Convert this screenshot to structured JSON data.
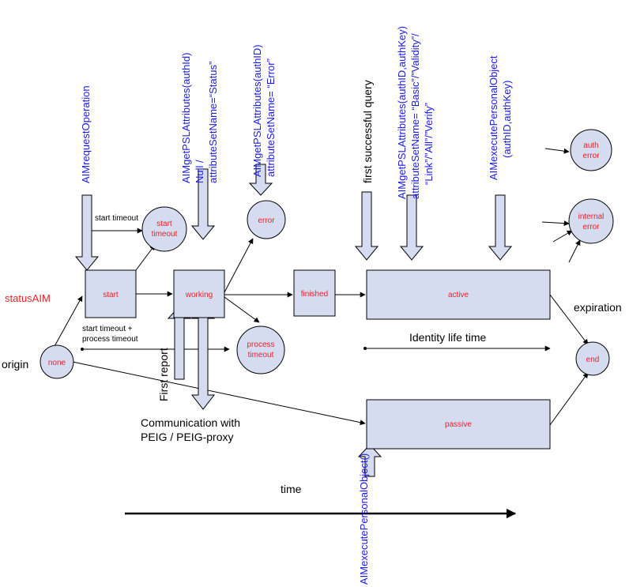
{
  "states": {
    "start": "start",
    "working": "working",
    "finished": "finished",
    "active": "active",
    "passive": "passive",
    "none": "none",
    "end": "end",
    "start_timeout": "start timeout",
    "start_timeout_l1": "start",
    "start_timeout_l2": "timeout",
    "process_timeout_l1": "process",
    "process_timeout_l2": "timeout",
    "error": "error",
    "auth_error_l1": "auth",
    "auth_error_l2": "error",
    "internal_error_l1": "internal",
    "internal_error_l2": "error"
  },
  "labels": {
    "status_aim": "statusAIM",
    "origin": "origin",
    "expiration": "expiration",
    "identity_life_time": "Identity life time",
    "time": "time",
    "start_timeout_edge": "start timeout",
    "start_process_timeout_l1": "start timeout +",
    "start_process_timeout_l2": "process timeout",
    "first_report": "First report",
    "communication_l1": "Communication with",
    "communication_l2": "PEIG / PEIG-proxy",
    "first_successful_query": "first successful query"
  },
  "operations": {
    "request": "AIMrequestOperation",
    "get_status_l1": "AIMgetPSLAttributes(authId)",
    "get_status_l2": "Null /",
    "get_status_l3": "attributeSetName=“Status”",
    "get_error_l1": "AIMgetPSLAttributes(authID)",
    "get_error_l2": "attributeSetName= “Error”",
    "get_attrs_l1": "AIMgetPSLAttributes(authID,authKey)",
    "get_attrs_l2": "attributeSetName= “Basic”/”Validity”/",
    "get_attrs_l3": "“Link”/”All”/”Verify”",
    "execute_l1": "AIMexecutePersonalObject",
    "execute_l2": "(authID,authKey)",
    "execute_passive": "AIMexecutePersonalObject()"
  }
}
